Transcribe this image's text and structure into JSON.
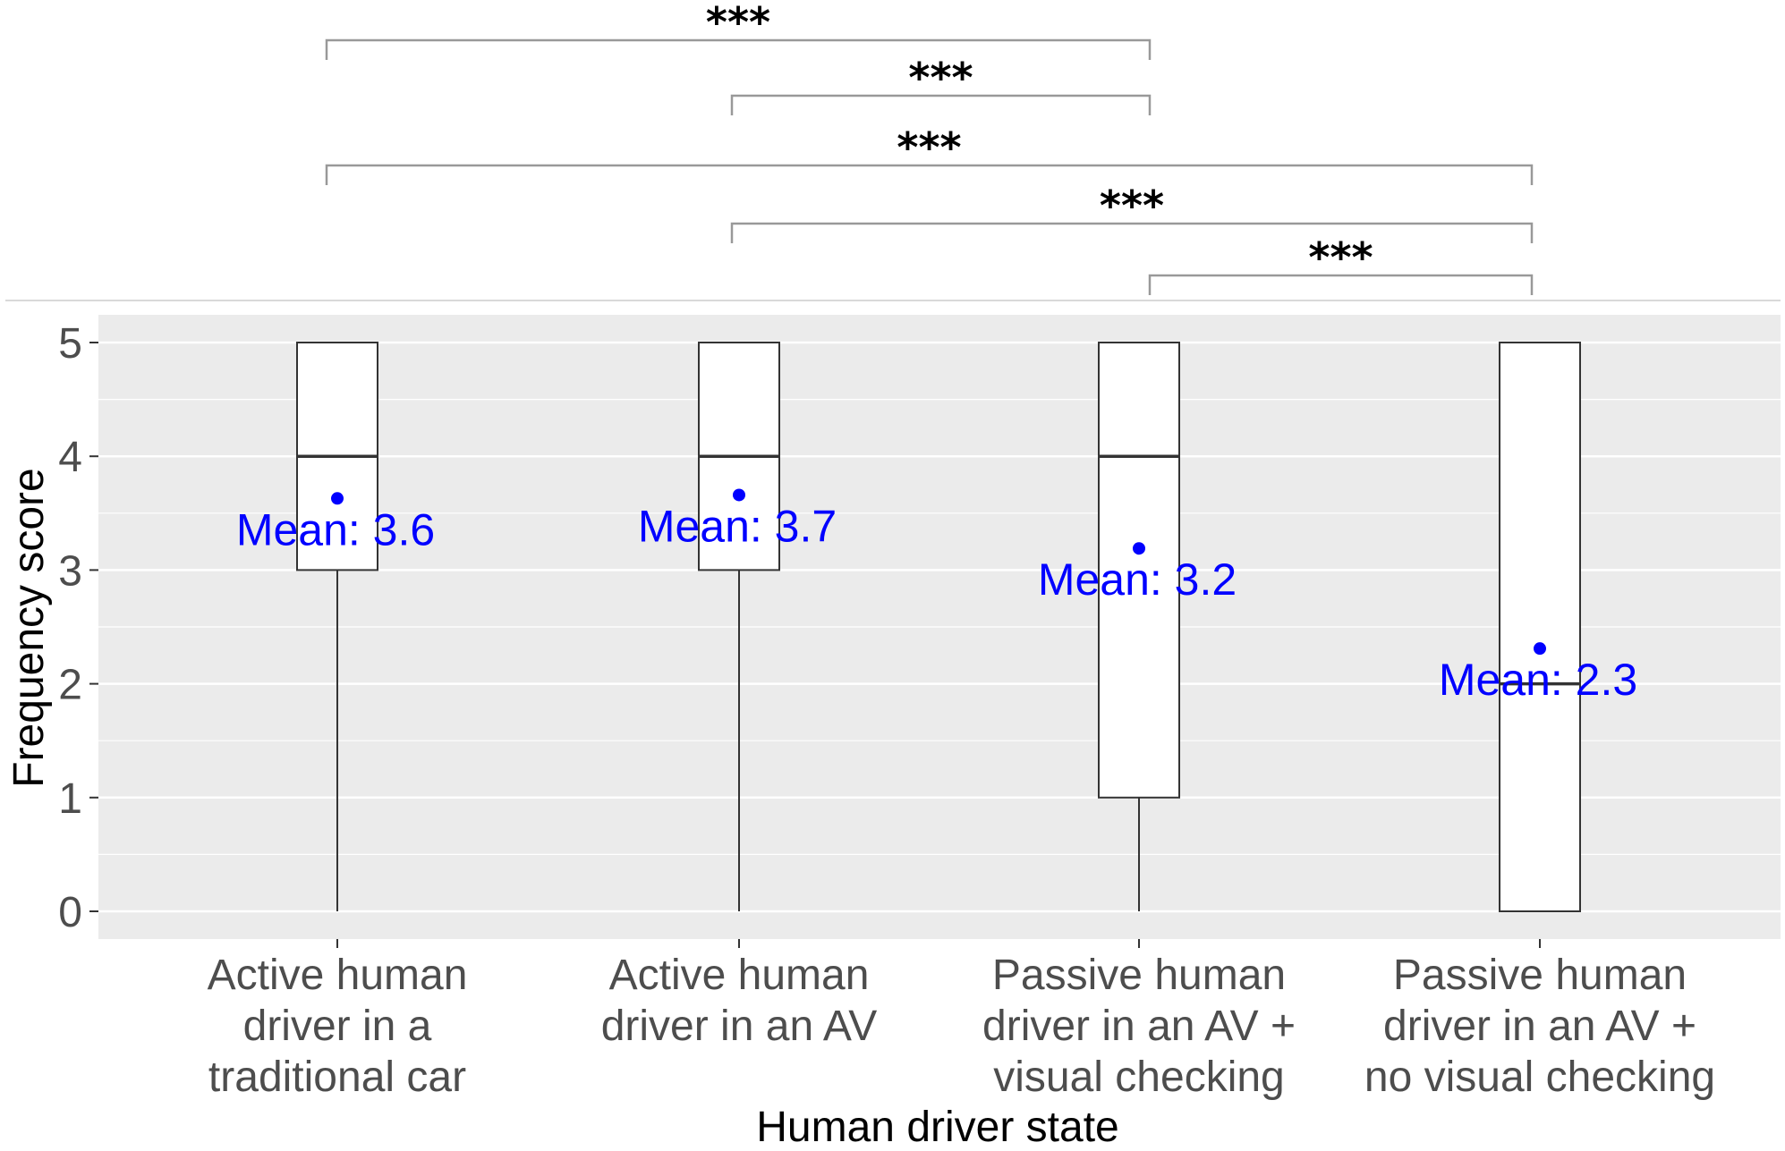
{
  "chart_data": {
    "type": "box",
    "title": "",
    "xlabel": "Human driver state",
    "ylabel": "Frequency score",
    "ylim": [
      0,
      5
    ],
    "yticks": [
      "0",
      "1",
      "2",
      "3",
      "4",
      "5"
    ],
    "grid": true,
    "categories": [
      [
        "Active human",
        "driver in a",
        "traditional car"
      ],
      [
        "Active human",
        "driver in an AV"
      ],
      [
        "Passive human",
        "driver in an AV +",
        "visual checking"
      ],
      [
        "Passive human",
        "driver in an AV +",
        "no visual checking"
      ]
    ],
    "boxes": [
      {
        "min": 0,
        "q1": 3,
        "median": 4,
        "q3": 5,
        "max": 5,
        "mean": 3.63,
        "mean_label": "Mean: 3.6"
      },
      {
        "min": 0,
        "q1": 3,
        "median": 4,
        "q3": 5,
        "max": 5,
        "mean": 3.66,
        "mean_label": "Mean: 3.7"
      },
      {
        "min": 0,
        "q1": 1,
        "median": 4,
        "q3": 5,
        "max": 5,
        "mean": 3.19,
        "mean_label": "Mean: 3.2"
      },
      {
        "min": 0,
        "q1": 0,
        "median": 2,
        "q3": 5,
        "max": 5,
        "mean": 2.31,
        "mean_label": "Mean: 2.3"
      }
    ],
    "significance": [
      {
        "from": 0,
        "to": 2,
        "label": "***"
      },
      {
        "from": 1,
        "to": 2,
        "label": "***"
      },
      {
        "from": 0,
        "to": 3,
        "label": "***"
      },
      {
        "from": 1,
        "to": 3,
        "label": "***"
      },
      {
        "from": 2,
        "to": 3,
        "label": "***"
      }
    ],
    "colors": {
      "panel_background": "#ebebeb",
      "grid": "#ffffff",
      "box_fill": "#ffffff",
      "box_stroke": "#333333",
      "mean_point": "#0000ff",
      "mean_text": "#0000ff",
      "bracket": "#999999"
    }
  }
}
